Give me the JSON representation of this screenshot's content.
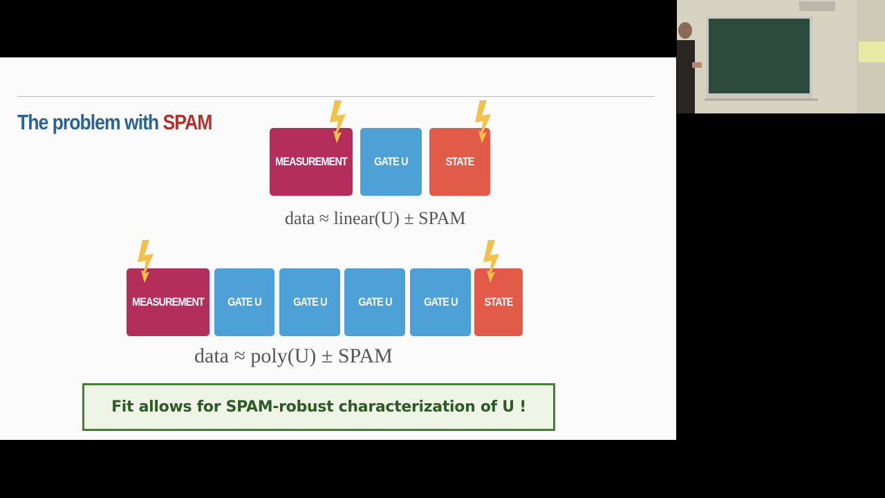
{
  "slide": {
    "title_prefix": "The problem with ",
    "title_highlight": "SPAM",
    "row1": {
      "boxes": [
        "MEASUREMENT",
        "GATE U",
        "STATE"
      ],
      "formula": "data ≈ linear(U) ± SPAM"
    },
    "row2": {
      "boxes": [
        "MEASUREMENT",
        "GATE U",
        "GATE U",
        "GATE U",
        "GATE U",
        "STATE"
      ],
      "formula": "data ≈ poly(U) ± SPAM"
    },
    "conclusion": "Fit allows for SPAM-robust characterization of U !"
  },
  "colors": {
    "title_blue": "#2a6495",
    "title_red": "#b3302c",
    "measurement": "#b42e5c",
    "gate": "#4da1d6",
    "state": "#e25a48",
    "bolt": "#f3c04a",
    "conclusion_border": "#4b7a3a",
    "conclusion_text": "#2d5a25"
  },
  "icons": [
    "lightning-bolt-icon"
  ]
}
